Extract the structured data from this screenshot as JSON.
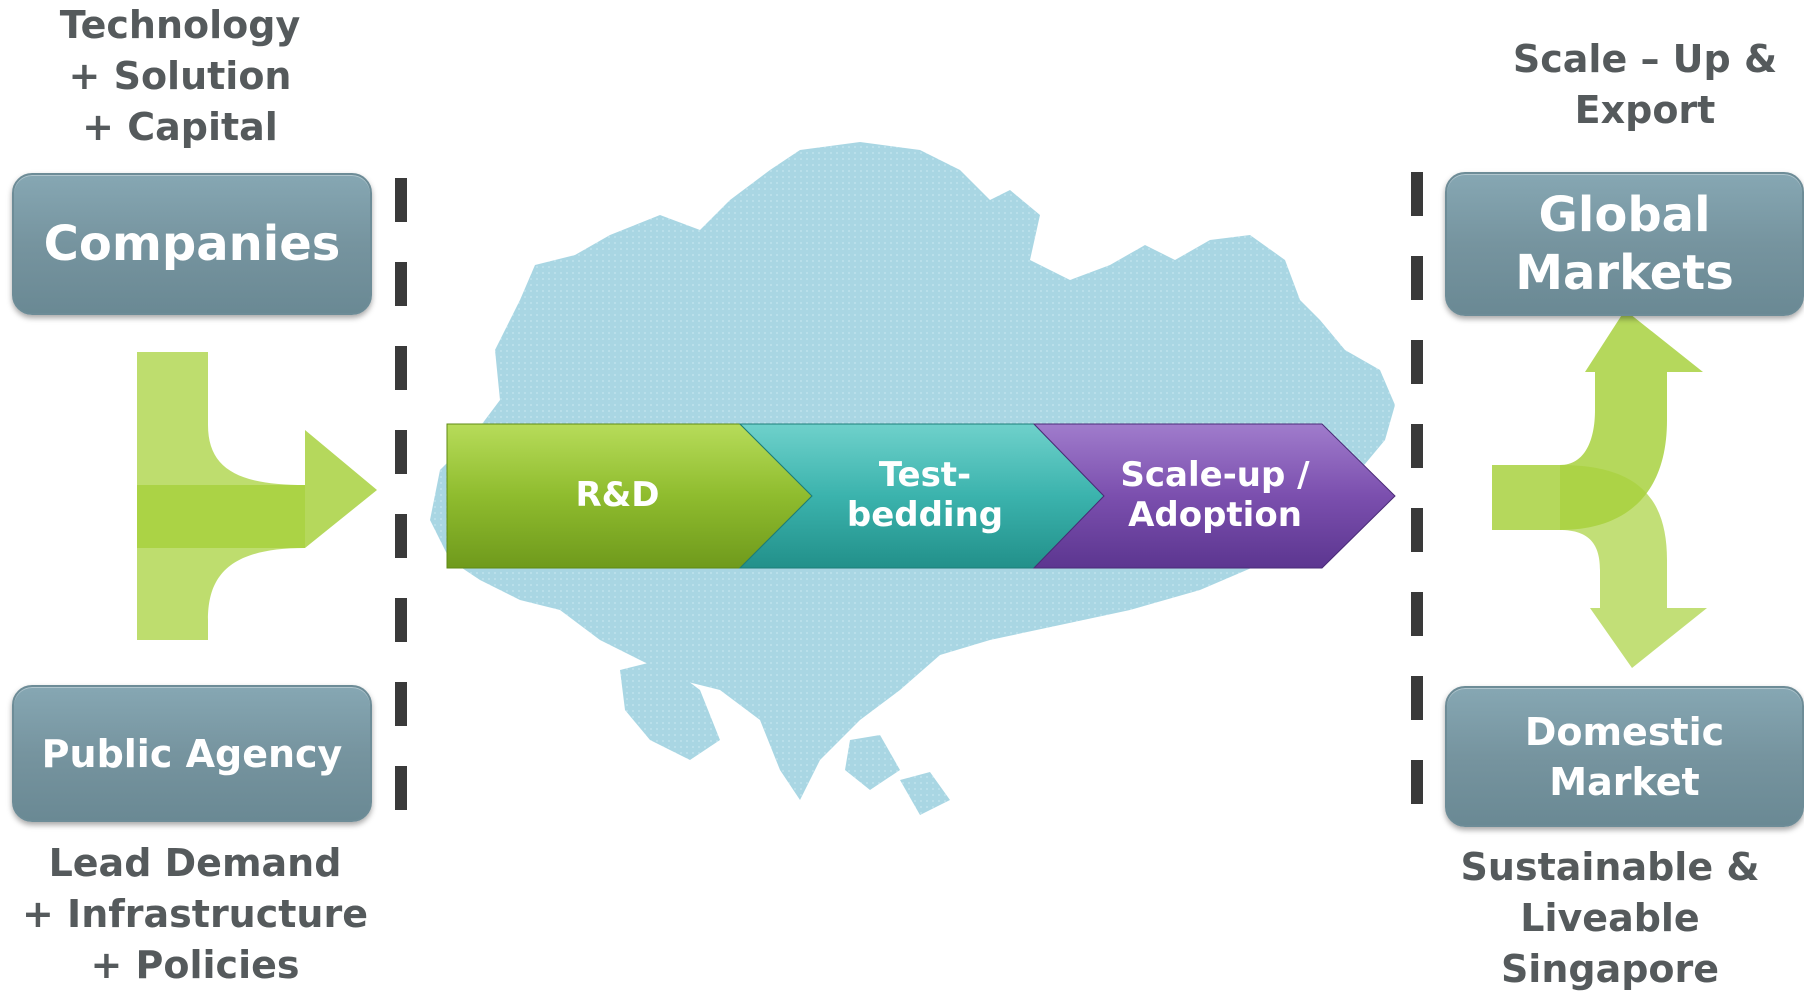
{
  "left": {
    "top_caption": "Technology\n+ Solution\n+ Capital",
    "companies_label": "Companies",
    "public_agency_label": "Public Agency",
    "bottom_caption": "Lead Demand\n+ Infrastructure\n+ Policies"
  },
  "process": {
    "steps": [
      "R&D",
      "Test-\nbedding",
      "Scale-up /\nAdoption"
    ],
    "colors": [
      "#8fbc2e",
      "#3bb3ad",
      "#7b4fae"
    ]
  },
  "right": {
    "top_caption": "Scale – Up &\nExport",
    "global_label": "Global\nMarkets",
    "domestic_label": "Domestic\nMarket",
    "bottom_caption": "Sustainable &\nLiveable Singapore"
  },
  "colors": {
    "box": "#7896a1",
    "arrow_green": "#9fcd2a",
    "map_blue": "#a9d6e3",
    "divider": "#3a3a3a",
    "caption_text": "#555a5c"
  },
  "icons": [
    "merge-arrow-icon",
    "split-arrow-icon",
    "singapore-map-icon"
  ]
}
